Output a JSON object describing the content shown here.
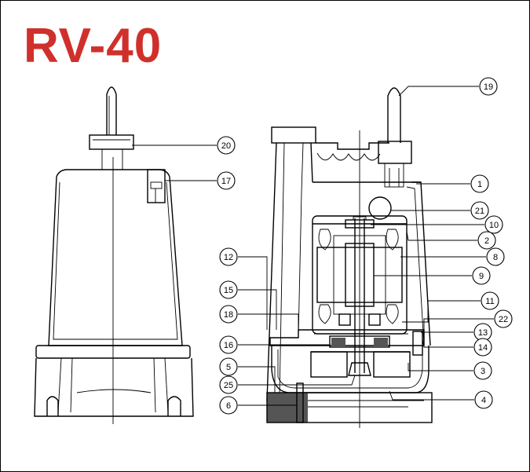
{
  "title": "RV-40",
  "colors": {
    "title": "#d0302b",
    "line": "#000000",
    "fill_dark": "#555555"
  },
  "callouts": [
    {
      "id": "c19",
      "label": "19"
    },
    {
      "id": "c20",
      "label": "20"
    },
    {
      "id": "c17",
      "label": "17"
    },
    {
      "id": "c1",
      "label": "1"
    },
    {
      "id": "c21",
      "label": "21"
    },
    {
      "id": "c10",
      "label": "10"
    },
    {
      "id": "c2",
      "label": "2"
    },
    {
      "id": "c12",
      "label": "12"
    },
    {
      "id": "c8",
      "label": "8"
    },
    {
      "id": "c9",
      "label": "9"
    },
    {
      "id": "c15",
      "label": "15"
    },
    {
      "id": "c11",
      "label": "11"
    },
    {
      "id": "c18",
      "label": "18"
    },
    {
      "id": "c22",
      "label": "22"
    },
    {
      "id": "c13",
      "label": "13"
    },
    {
      "id": "c16",
      "label": "16"
    },
    {
      "id": "c14",
      "label": "14"
    },
    {
      "id": "c5",
      "label": "5"
    },
    {
      "id": "c3",
      "label": "3"
    },
    {
      "id": "c25",
      "label": "25"
    },
    {
      "id": "c4",
      "label": "4"
    },
    {
      "id": "c6",
      "label": "6"
    }
  ]
}
